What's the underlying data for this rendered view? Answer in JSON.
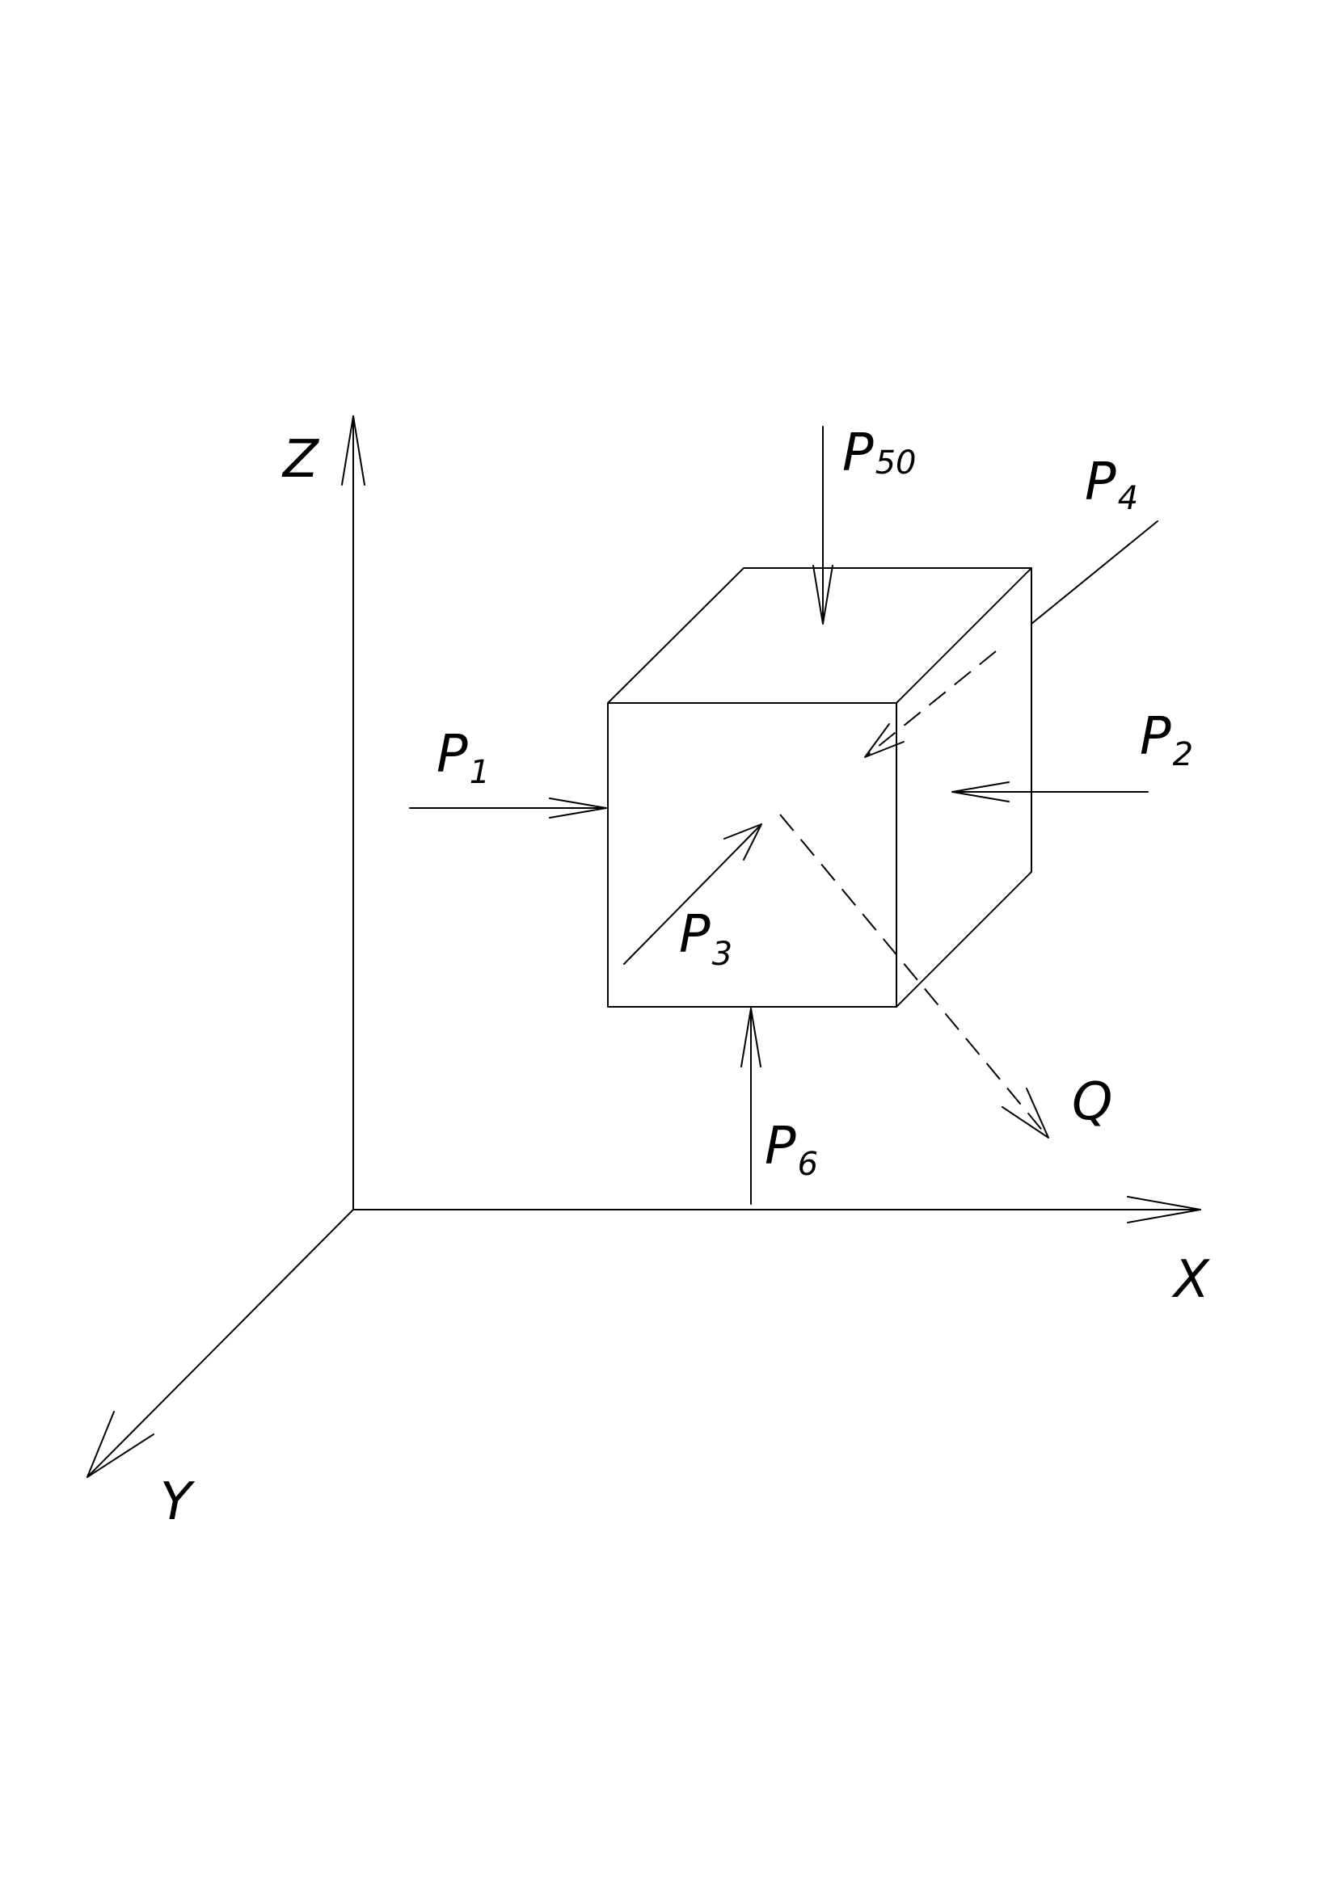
{
  "axes": {
    "z": "Z",
    "x": "X",
    "y": "Y"
  },
  "forces": {
    "p1": {
      "base": "P",
      "sub": "1"
    },
    "p2": {
      "base": "P",
      "sub": "2"
    },
    "p3": {
      "base": "P",
      "sub": "3"
    },
    "p4": {
      "base": "P",
      "sub": "4"
    },
    "p50": {
      "base": "P",
      "sub": "50"
    },
    "p6": {
      "base": "P",
      "sub": "6"
    },
    "q": "Q"
  },
  "colors": {
    "ink": "#000000",
    "paper": "#ffffff"
  }
}
